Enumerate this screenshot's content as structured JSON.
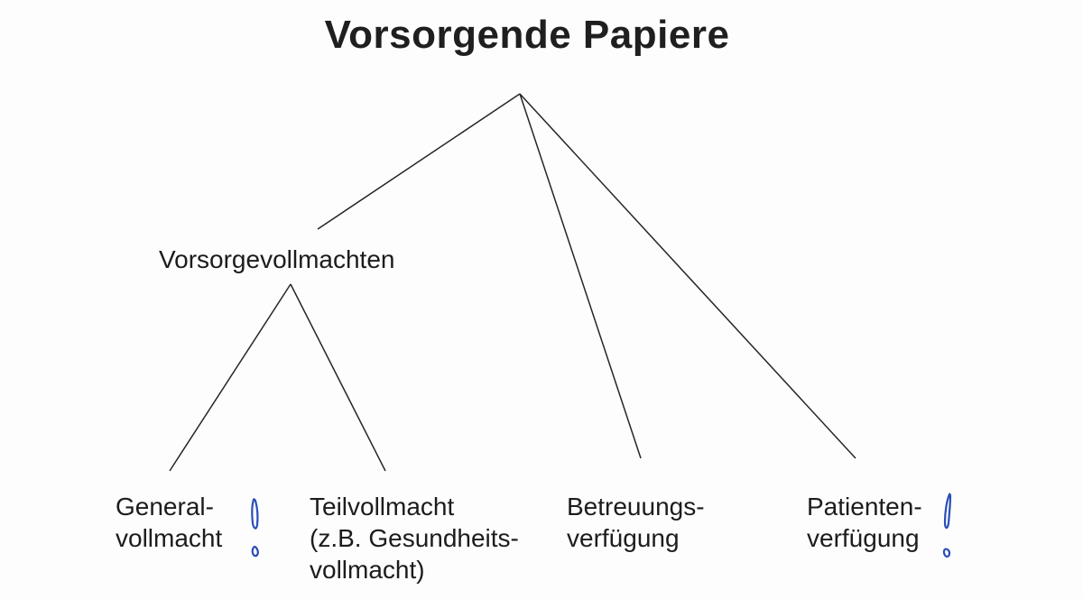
{
  "title": "Vorsorgende Papiere",
  "nodes": {
    "vorsorgevollmachten": "Vorsorgevollmachten",
    "generalvollmacht": [
      "General-",
      "vollmacht"
    ],
    "teilvollmacht": [
      "Teilvollmacht",
      "(z.B. Gesundheits-",
      "vollmacht)"
    ],
    "betreuungsverfuegung": [
      "Betreuungs-",
      "verfügung"
    ],
    "patientenverfuegung": [
      "Patienten-",
      "verfügung"
    ]
  },
  "annotations": {
    "handwritten_mark_1": "!",
    "handwritten_mark_2": "!",
    "mark_color": "#2a4db8"
  }
}
